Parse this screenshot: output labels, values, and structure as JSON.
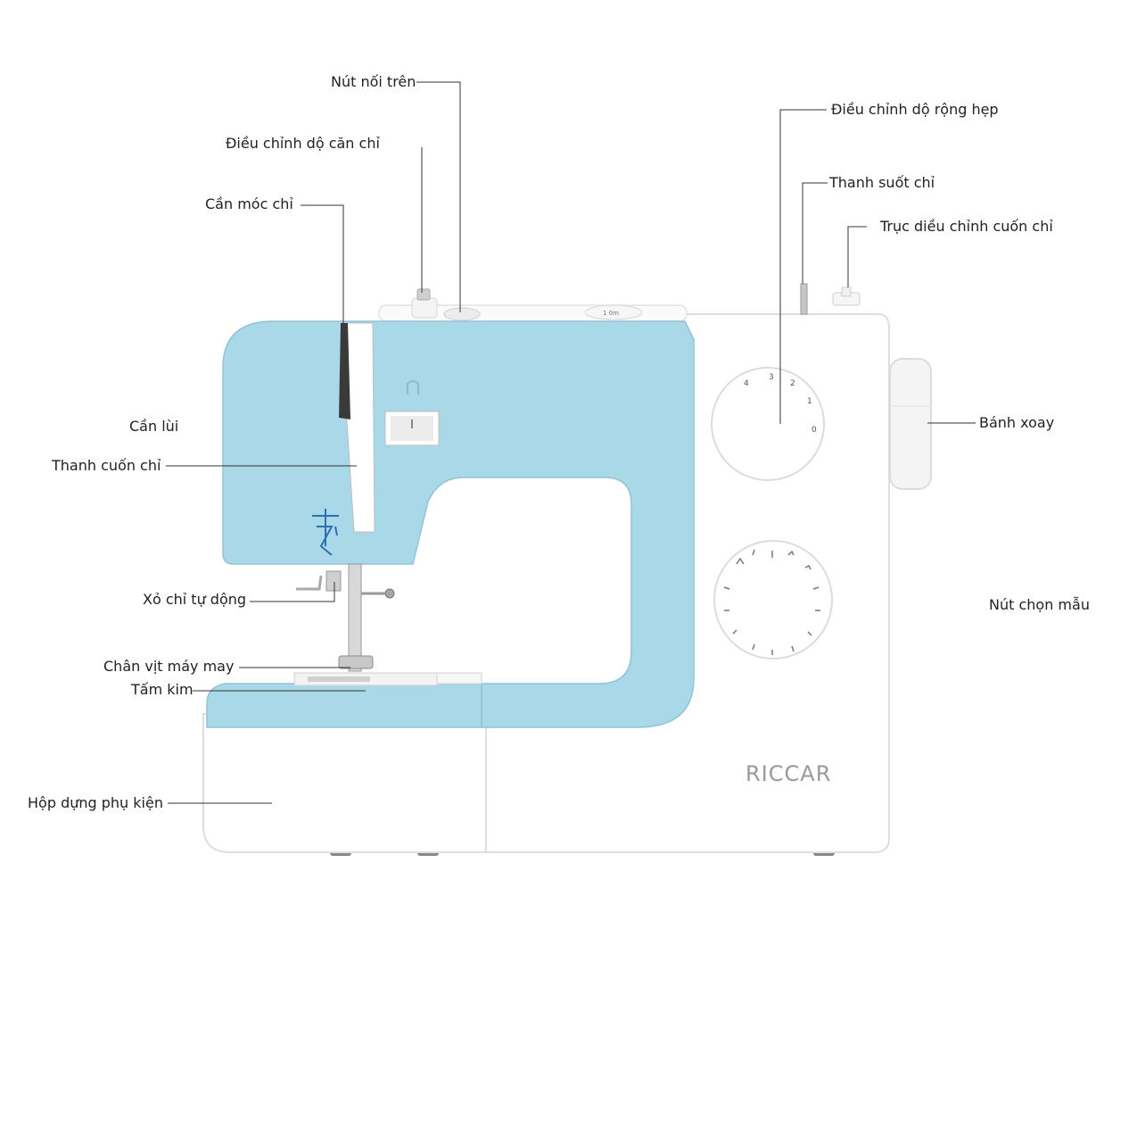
{
  "brand": "RICCAR",
  "colors": {
    "body": "#ffffff",
    "accent": "#a9d8e8",
    "outline": "#e2e2e2",
    "line": "#333333"
  },
  "labels": {
    "nut_noi_tren": "Nút nối trên",
    "dieu_chinh_do_cang_chi": "Điều chỉnh dộ căn chỉ",
    "can_moc_chi": "Cần móc chỉ",
    "can_lui": "Cần lùi",
    "thanh_cuon_chi": "Thanh cuốn chỉ",
    "xo_chi_tu_dong": "Xỏ chỉ tự dộng",
    "chan_vit_may_may": "Chân vịt máy may",
    "tam_kim": "Tấm kim",
    "hop_dung_phu_kien": "Hộp dựng phụ kiện",
    "dieu_chinh_do_rong_hep": "Điều chỉnh dộ rộng hẹp",
    "thanh_suot_chi": "Thanh suốt chỉ",
    "truc_dieu_chinh_cuon_chi": "Trục diều chỉnh cuốn chỉ",
    "banh_xoay": "Bánh xoay",
    "nut_chon_mau": "Nút chọn mẫu"
  },
  "dial_numbers": [
    "4",
    "3",
    "2",
    "1",
    "0"
  ]
}
